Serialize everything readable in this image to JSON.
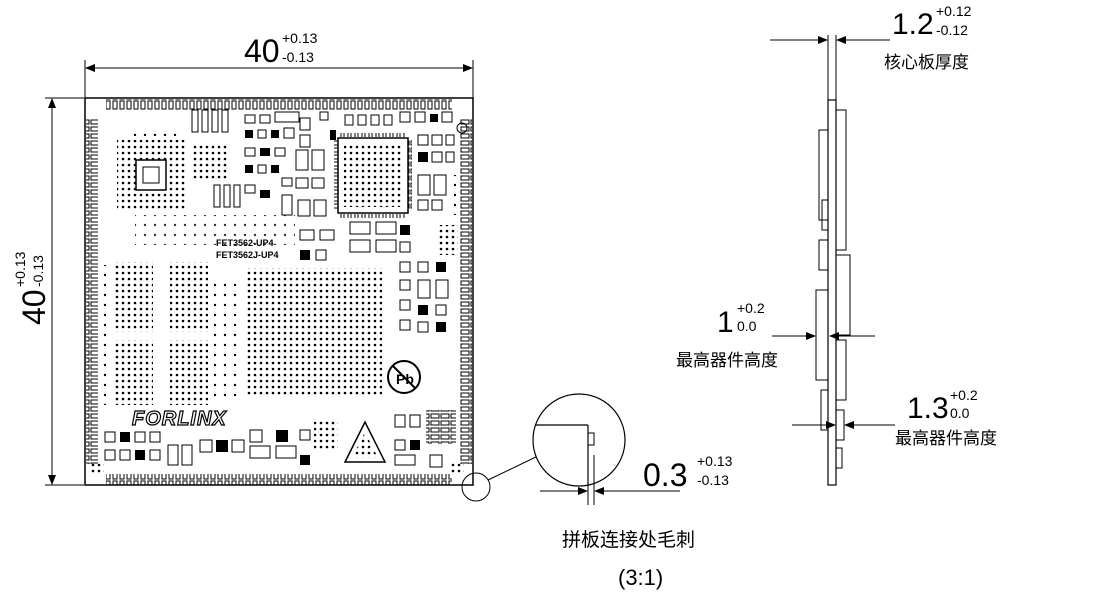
{
  "top_width": {
    "value": "40",
    "upper": "+0.13",
    "lower": "-0.13"
  },
  "left_height": {
    "value": "40",
    "upper": "+0.13",
    "lower": "-0.13"
  },
  "thickness": {
    "value": "1.2",
    "upper": "+0.12",
    "lower": "-0.12",
    "label": "核心板厚度"
  },
  "top_component": {
    "value": "1",
    "upper": "+0.2",
    "lower": "0.0",
    "label": "最高器件高度"
  },
  "bottom_component": {
    "value": "1.3",
    "upper": "+0.2",
    "lower": "0.0",
    "label": "最高器件高度"
  },
  "burr": {
    "value": "0.3",
    "upper": "+0.13",
    "lower": "-0.13",
    "label": "拼板连接处毛刺",
    "scale": "(3:1)"
  },
  "board": {
    "model_line1": "FET3562-UP4",
    "model_line2": "FET3562J-UP4",
    "brand": "FORLINX",
    "pb_mark": "Pb"
  }
}
